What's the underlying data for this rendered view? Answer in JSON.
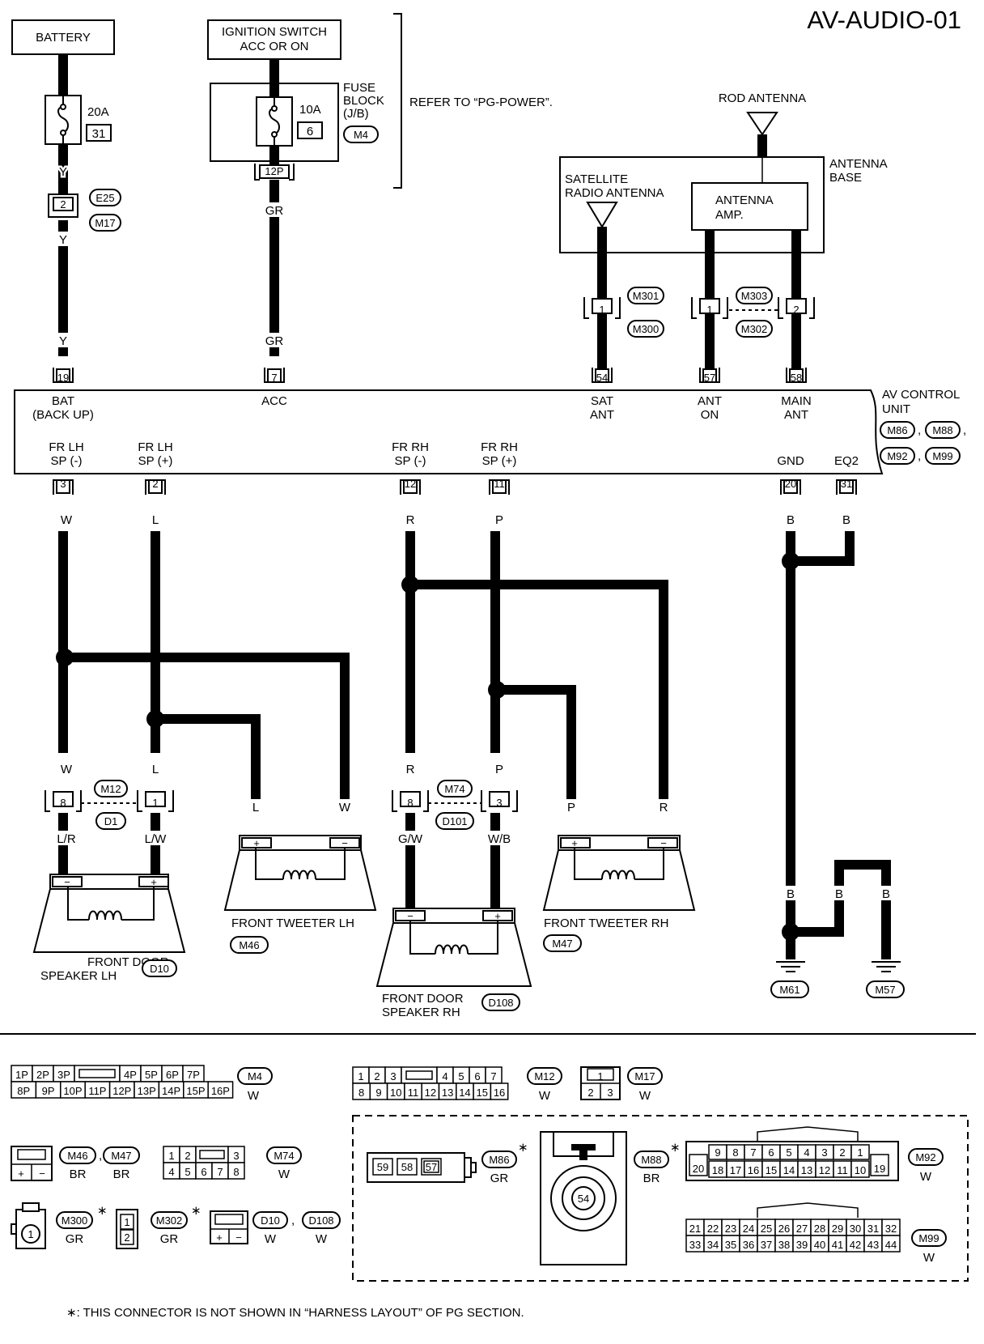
{
  "page_code": "AV-AUDIO-01",
  "labels": {
    "battery": "BATTERY",
    "ign_1": "IGNITION SWITCH",
    "ign_2": "ACC OR ON",
    "fuse_a": "20A",
    "fuse_a_no": "31",
    "fuse_b": "10A",
    "fuse_b_no": "6",
    "fuse_block_1": "FUSE",
    "fuse_block_2": "BLOCK",
    "fuse_block_3": "(J/B)",
    "refer": "REFER TO “PG-POWER”.",
    "rod_antenna": "ROD ANTENNA",
    "antenna_base_1": "ANTENNA",
    "antenna_base_2": "BASE",
    "sat_radio_1": "SATELLITE",
    "sat_radio_2": "RADIO ANTENNA",
    "ant_amp_1": "ANTENNA",
    "ant_amp_2": "AMP.",
    "pin_12p": "12P",
    "av_unit_1": "AV CONTROL",
    "av_unit_2": "UNIT",
    "bat_1": "BAT",
    "bat_2": "(BACK UP)",
    "acc": "ACC",
    "sat_ant_1": "SAT",
    "sat_ant_2": "ANT",
    "ant_on_1": "ANT",
    "ant_on_2": "ON",
    "main_ant_1": "MAIN",
    "main_ant_2": "ANT",
    "frlh_m_1": "FR LH",
    "frlh_m_2": "SP (-)",
    "frlh_p_1": "FR LH",
    "frlh_p_2": "SP (+)",
    "frrh_m_1": "FR RH",
    "frrh_m_2": "SP (-)",
    "frrh_p_1": "FR RH",
    "frrh_p_2": "SP (+)",
    "gnd": "GND",
    "eq2": "EQ2",
    "front_door_lh_1": "FRONT DOOR",
    "front_door_lh_2": "SPEAKER LH",
    "front_tweeter_lh": "FRONT TWEETER LH",
    "front_door_rh_1": "FRONT DOOR",
    "front_door_rh_2": "SPEAKER RH",
    "front_tweeter_rh": "FRONT TWEETER RH",
    "footnote": "∗: THIS CONNECTOR IS NOT SHOWN IN “HARNESS LAYOUT” OF PG SECTION."
  },
  "connectors": {
    "e25": "E25",
    "m17": "M17",
    "m4": "M4",
    "m301": "M301",
    "m300": "M300",
    "m303": "M303",
    "m302": "M302",
    "m86": "M86",
    "m88": "M88",
    "m92": "M92",
    "m99": "M99",
    "m12": "M12",
    "d1": "D1",
    "m74": "M74",
    "d101": "D101",
    "d10": "D10",
    "m46": "M46",
    "d108": "D108",
    "m47": "M47",
    "m61": "M61",
    "m57": "M57"
  },
  "pins": {
    "p2": "2",
    "p19": "19",
    "p7": "7",
    "p54": "54",
    "p57": "57",
    "p58": "58",
    "p1a": "1",
    "p1b": "1",
    "p2b": "2",
    "p3": "3",
    "p2c": "2",
    "p12": "12",
    "p11": "11",
    "p20": "20",
    "p31": "31",
    "p8a": "8",
    "p1c": "1",
    "p8b": "8",
    "p3b": "3"
  },
  "wires": {
    "y1": "Y",
    "y2": "Y",
    "y3": "Y",
    "gr1": "GR",
    "gr2": "GR",
    "w1": "W",
    "l1": "L",
    "r1": "R",
    "p1": "P",
    "b1": "B",
    "b2": "B",
    "w2": "W",
    "l2": "L",
    "l3": "L",
    "w3": "W",
    "r2": "R",
    "p2": "P",
    "p3": "P",
    "r3": "R",
    "lr": "L/R",
    "lw": "L/W",
    "gw": "G/W",
    "wb": "W/B",
    "b3": "B",
    "b4": "B",
    "b5": "B"
  },
  "legend": {
    "m4_top": [
      "1P",
      "2P",
      "3P",
      "4P",
      "5P",
      "6P",
      "7P"
    ],
    "m4_bot": [
      "8P",
      "9P",
      "10P",
      "11P",
      "12P",
      "13P",
      "14P",
      "15P",
      "16P"
    ],
    "m4_color": "W",
    "m12_top": [
      "1",
      "2",
      "3",
      "4",
      "5",
      "6",
      "7"
    ],
    "m12_bot": [
      "8",
      "9",
      "10",
      "11",
      "12",
      "13",
      "14",
      "15",
      "16"
    ],
    "m12_color": "W",
    "m17_top": "1",
    "m17_bot": [
      "2",
      "3"
    ],
    "m17_color": "W",
    "m46_color": "BR",
    "m47_color": "BR",
    "m74_top": [
      "1",
      "2",
      "3"
    ],
    "m74_bot": [
      "4",
      "5",
      "6",
      "7",
      "8"
    ],
    "m74_color": "W",
    "m300_pin": "1",
    "m300_color": "GR",
    "m302_pins": [
      "1",
      "2"
    ],
    "m302_color": "GR",
    "d10_color": "W",
    "d108_color": "W",
    "m86_pins": [
      "59",
      "58",
      "57"
    ],
    "m86_color": "GR",
    "m88_pin": "54",
    "m88_color": "BR",
    "m92_top": [
      "9",
      "8",
      "7",
      "6",
      "5",
      "4",
      "3",
      "2",
      "1"
    ],
    "m92_bot": [
      "20",
      "18",
      "17",
      "16",
      "15",
      "14",
      "13",
      "12",
      "11",
      "10",
      "19"
    ],
    "m92_color": "W",
    "m99_top": [
      "21",
      "22",
      "23",
      "24",
      "25",
      "26",
      "27",
      "28",
      "29",
      "30",
      "31",
      "32"
    ],
    "m99_bot": [
      "33",
      "34",
      "35",
      "36",
      "37",
      "38",
      "39",
      "40",
      "41",
      "42",
      "43",
      "44"
    ],
    "m99_color": "W",
    "plus": "+",
    "minus": "−",
    "star": "∗"
  }
}
